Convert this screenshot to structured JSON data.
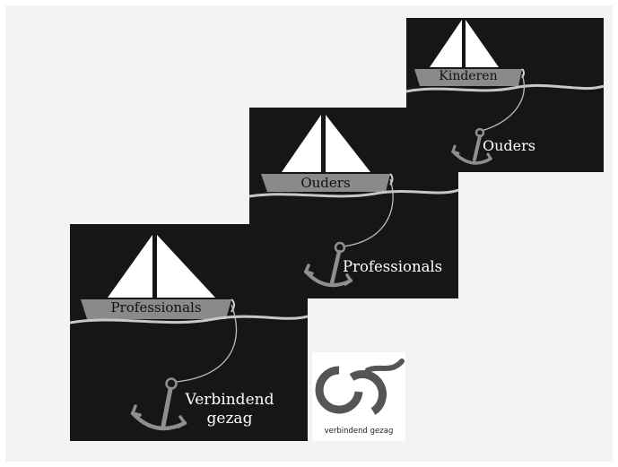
{
  "colors": {
    "panel_background": "#161616",
    "sail": "#ffffff",
    "hull": "#8a8a8a",
    "water_line": "#c8c8c8",
    "anchor": "#8f8f8f",
    "logo_rings": "#555555"
  },
  "panels": [
    {
      "boat_label": "Kinderen",
      "anchor_label": "Ouders"
    },
    {
      "boat_label": "Ouders",
      "anchor_label": "Professionals"
    },
    {
      "boat_label": "Professionals",
      "anchor_label_line1": "Verbindend",
      "anchor_label_line2": "gezag"
    }
  ],
  "logo": {
    "caption": "verbindend gezag"
  }
}
